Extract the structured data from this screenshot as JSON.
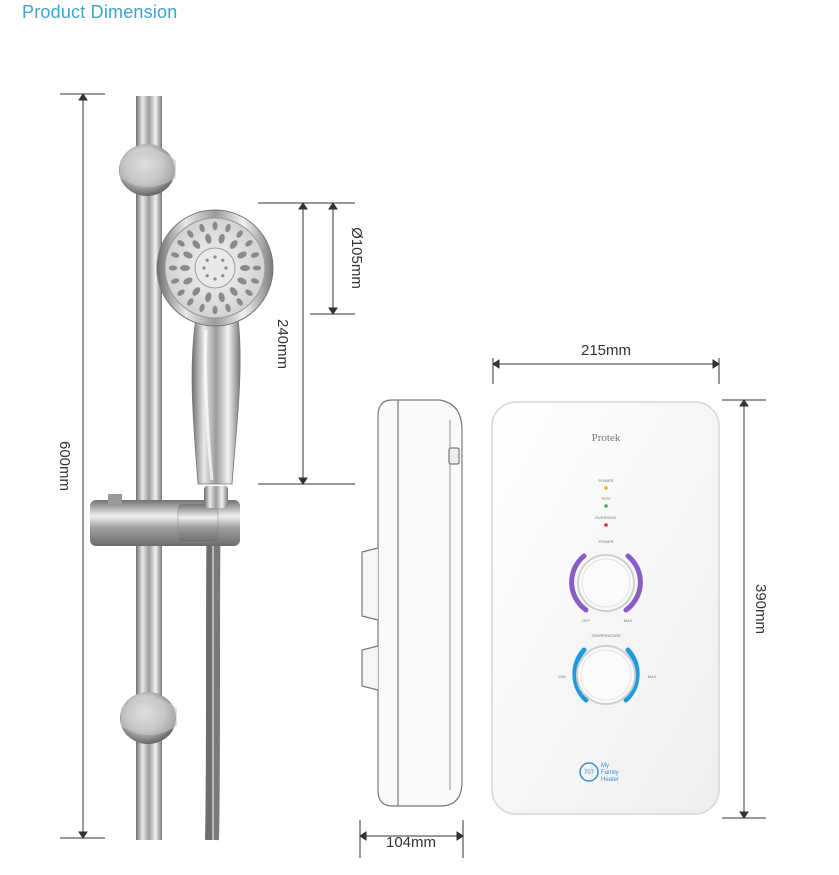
{
  "page": {
    "title": "Product Dimension"
  },
  "dimensions": {
    "rail_height": "600mm",
    "showerhead_length": "240mm",
    "showerhead_diameter": "Ø105mm",
    "heater_width": "215mm",
    "heater_height": "390mm",
    "heater_depth": "104mm"
  },
  "heater": {
    "brand": "Protek",
    "indicators": [
      "POWER",
      "TEST",
      "OVERHEAT"
    ],
    "power_dial_label": "POWER",
    "power_dial_min": "OFF",
    "power_dial_max": "MAX",
    "temp_dial_label": "TEMPERATURE",
    "temp_dial_min": "MIN",
    "temp_dial_max": "MAX",
    "logo_number": "707",
    "logo_text": [
      "My",
      "Family",
      "Heater"
    ]
  },
  "colors": {
    "title": "#3fa3cf",
    "power_dial_accent": "#8a5cc7",
    "temp_dial_accent": "#1e9be0",
    "indicator_power": "#e5b31a",
    "indicator_test": "#3cb04a",
    "indicator_overheat": "#d63030"
  }
}
